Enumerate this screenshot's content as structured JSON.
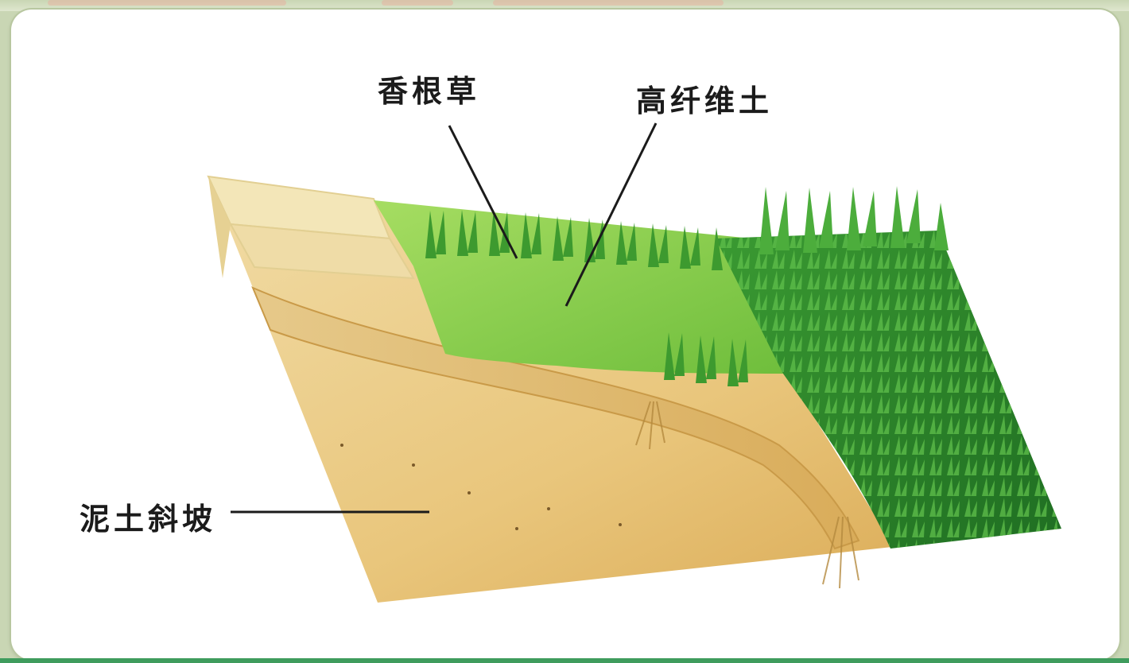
{
  "labels": {
    "vetiver": "香根草",
    "high_fiber_soil": "高纤维土",
    "soil_slope": "泥土斜坡"
  },
  "colors": {
    "background": "#c9d6b4",
    "card": "#ffffff",
    "soil": "#e7c27a",
    "grass_light": "#8ccf4c",
    "grass_dark": "#2f8a2c",
    "leader_line": "#1b1b1b"
  }
}
